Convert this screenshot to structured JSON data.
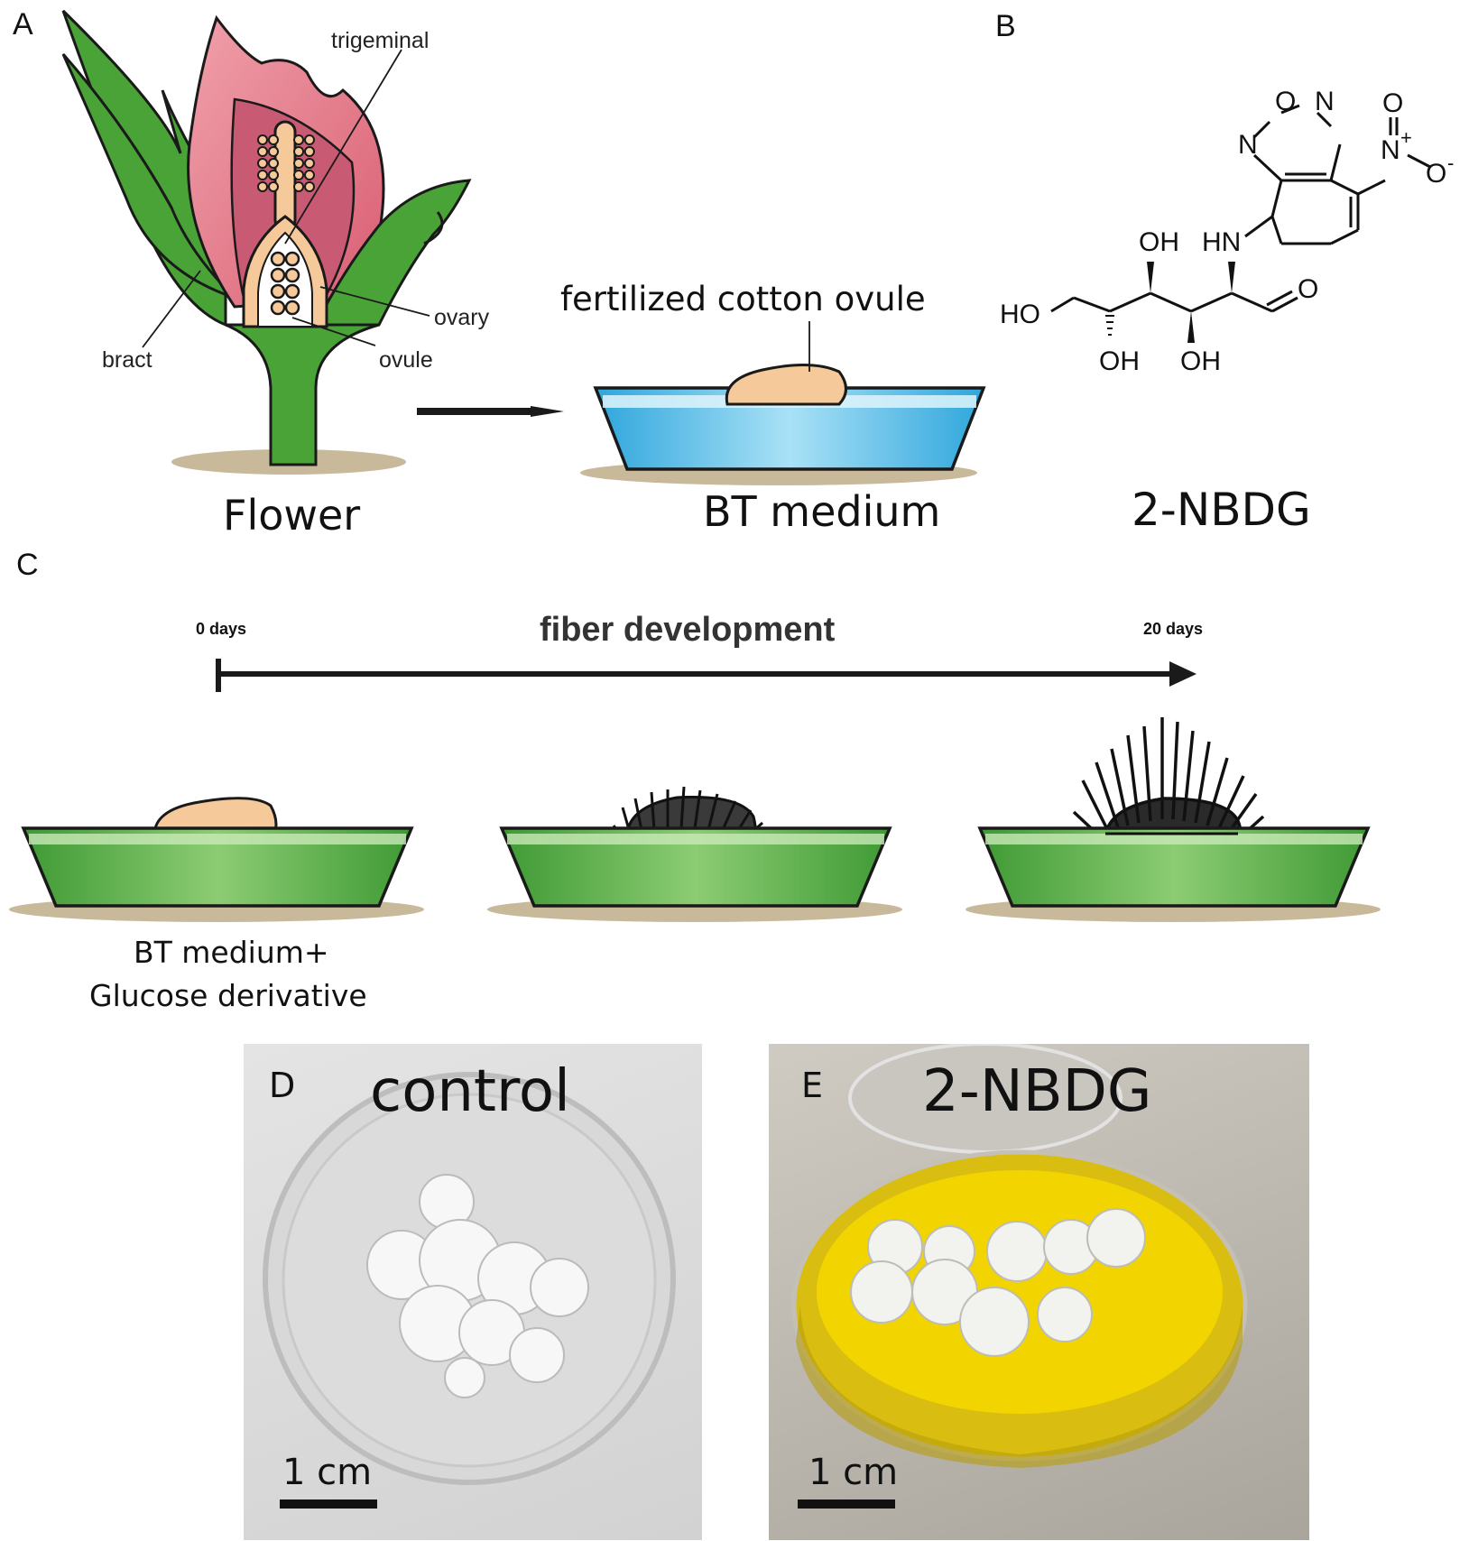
{
  "panels": {
    "a": {
      "letter": "A",
      "labels": {
        "trigeminal": "trigeminal",
        "ovary": "ovary",
        "ovule": "ovule",
        "bract": "bract",
        "flower": "Flower",
        "fertilized": "fertilized cotton ovule",
        "medium": "BT medium"
      }
    },
    "b": {
      "letter": "B",
      "compound_name": "2-NBDG",
      "atoms": {
        "ring_o": "O",
        "n_upper": "N",
        "n_left": "N",
        "nitro_o_top": "O",
        "nitro_n": "N",
        "nitro_plus": "+",
        "nitro_o_right": "O",
        "nitro_minus": "-",
        "oh_top": "OH",
        "hn": "HN",
        "aldehyde_o": "O",
        "ho_left": "HO",
        "oh_bottom_left": "OH",
        "oh_bottom_right": "OH"
      }
    },
    "c": {
      "letter": "C",
      "start": "0 days",
      "title": "fiber development",
      "end": "20 days",
      "medium_line1": "BT medium+",
      "medium_line2": "Glucose derivative"
    },
    "d": {
      "letter": "D",
      "title": "control",
      "scale": "1 cm"
    },
    "e": {
      "letter": "E",
      "title": "2-NBDG",
      "scale": "1 cm"
    }
  },
  "colors": {
    "bract_green": "#4aa337",
    "petal_pink": "#e97c8a",
    "ovary_peach": "#f5c99a",
    "blue_medium": "#5cc3ec",
    "green_medium": "#6dbb55",
    "shadow": "#c7b99a",
    "yellow_medium": "#f1d400"
  }
}
